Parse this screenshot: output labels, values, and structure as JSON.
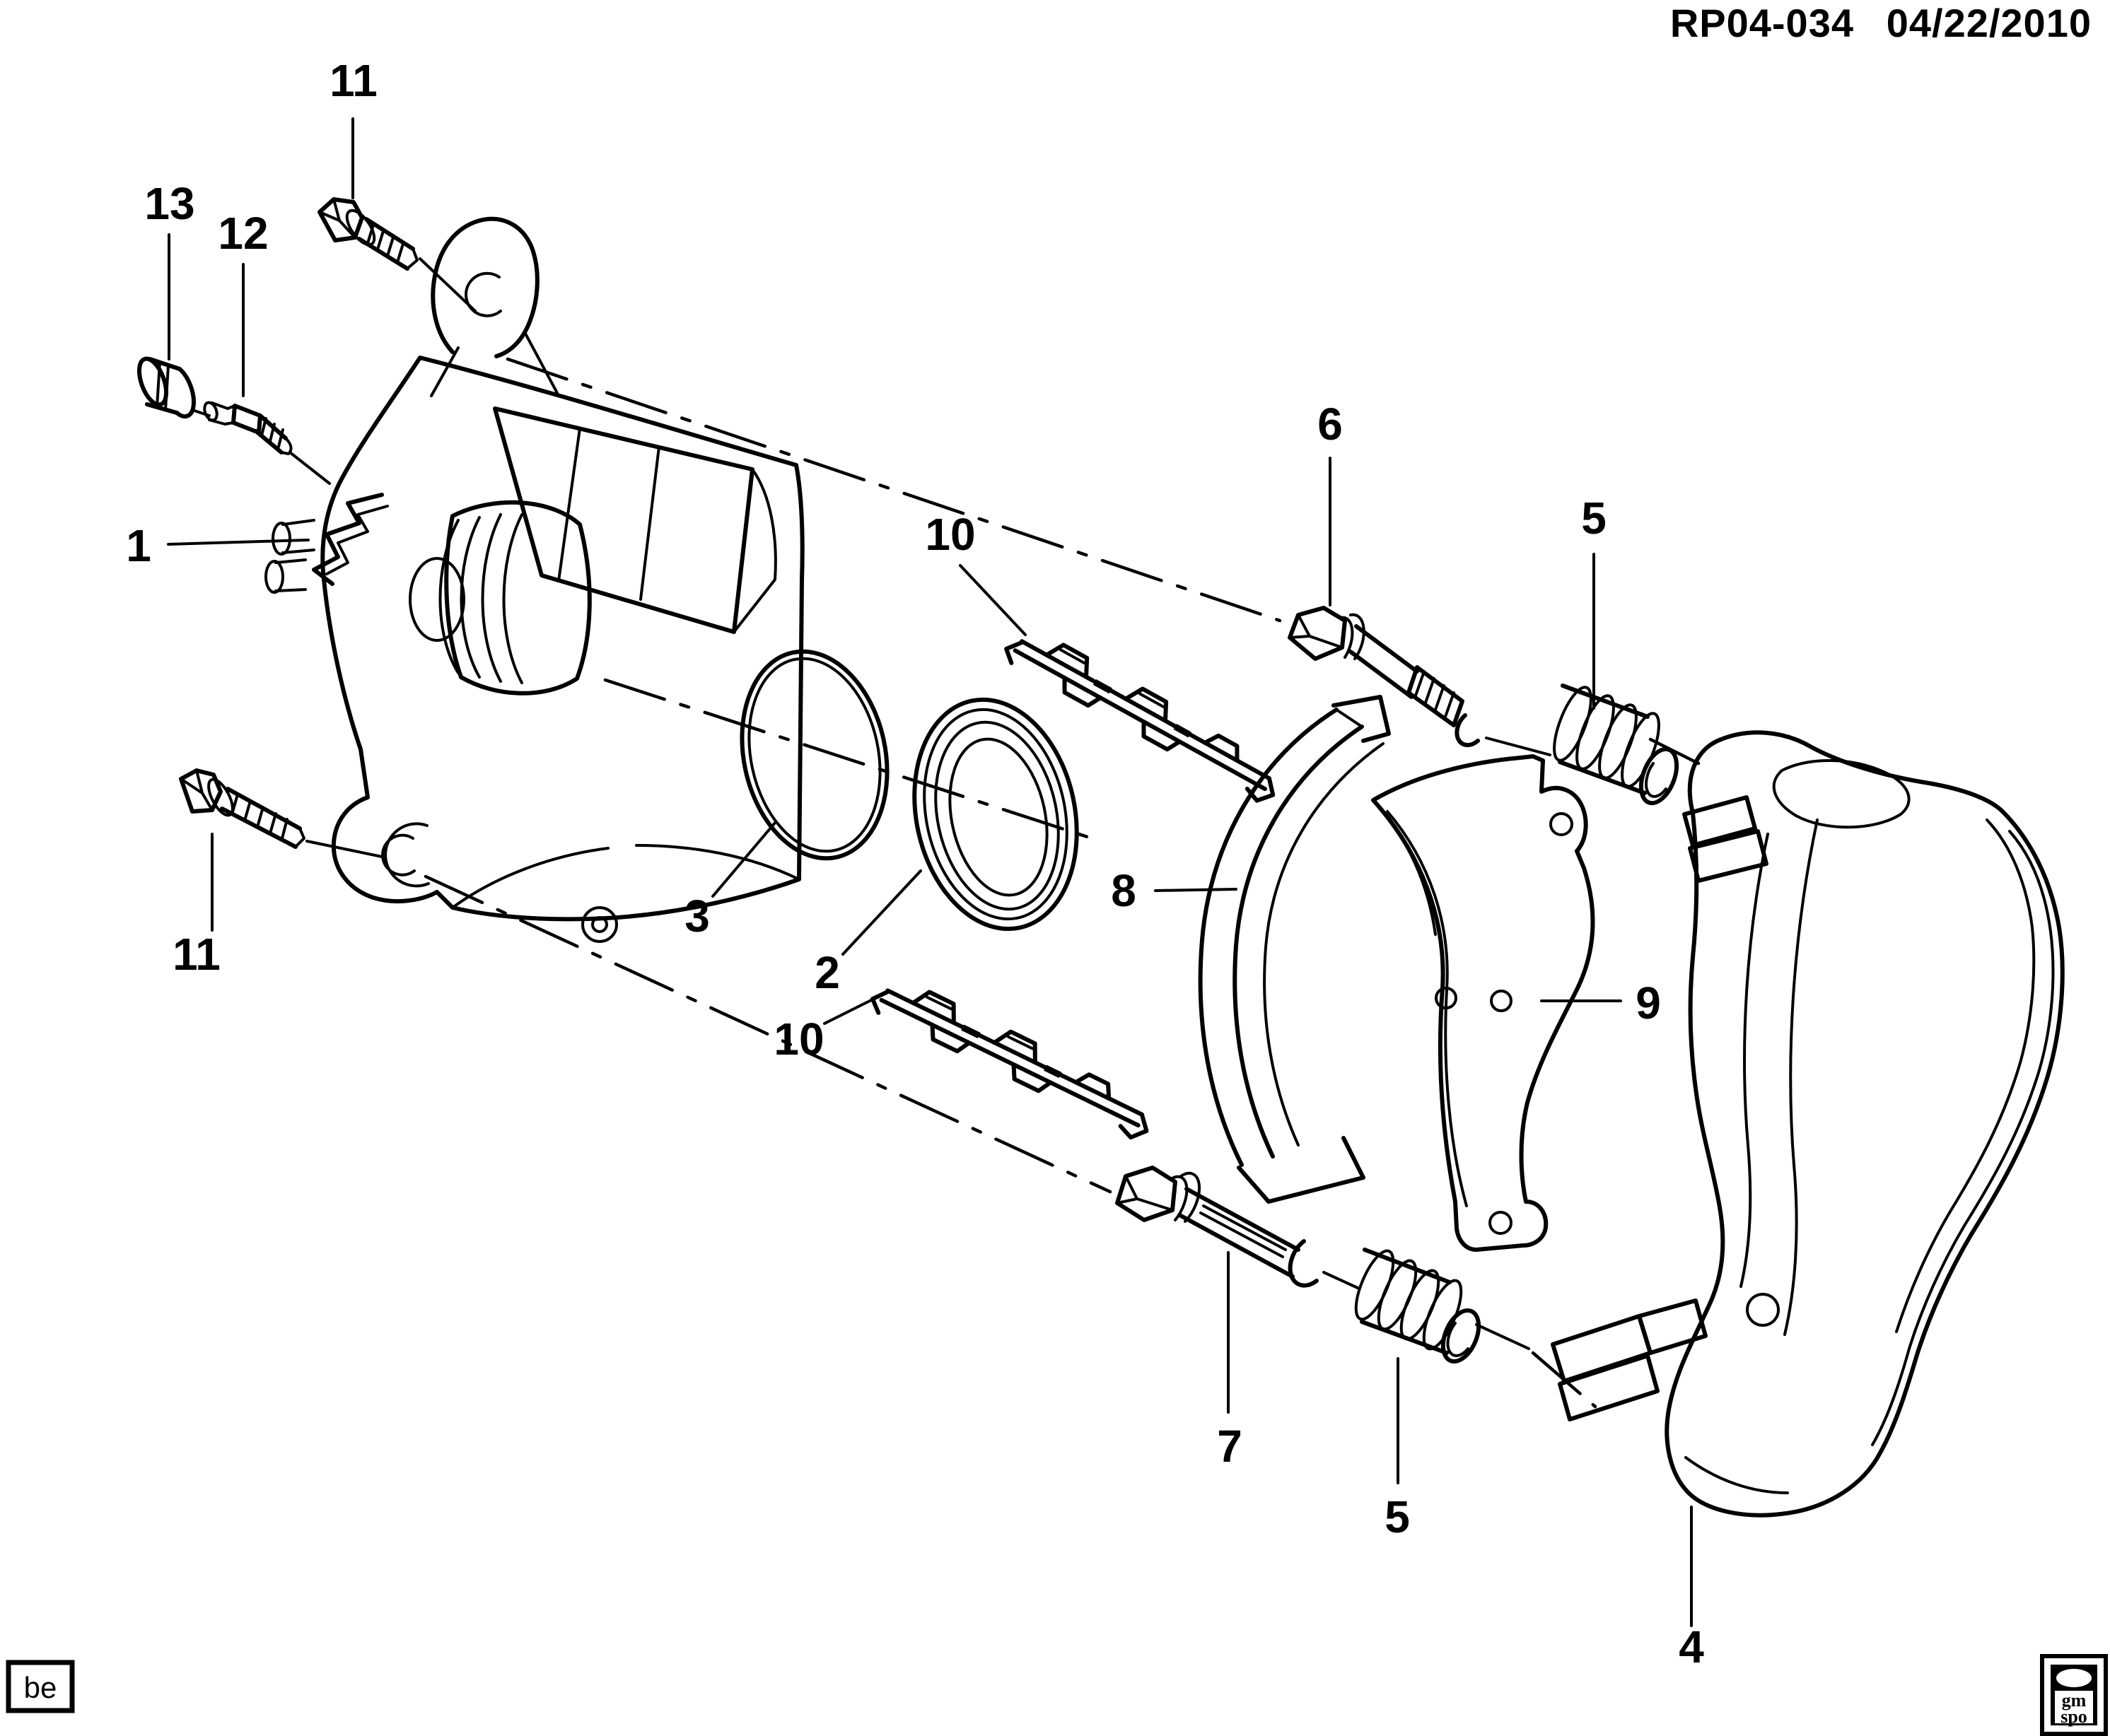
{
  "header": {
    "code": "RP04-034",
    "date": "04/22/2010"
  },
  "footer": {
    "plate_code": "be"
  },
  "logo": {
    "top": "gm",
    "bottom": "spo"
  },
  "colors": {
    "ink": "#000000",
    "paper": "#ffffff"
  },
  "callouts": [
    {
      "id": "11-top",
      "label": "11"
    },
    {
      "id": "13",
      "label": "13"
    },
    {
      "id": "12",
      "label": "12"
    },
    {
      "id": "1",
      "label": "1"
    },
    {
      "id": "10-upper",
      "label": "10"
    },
    {
      "id": "6",
      "label": "6"
    },
    {
      "id": "5-upper",
      "label": "5"
    },
    {
      "id": "3",
      "label": "3"
    },
    {
      "id": "2",
      "label": "2"
    },
    {
      "id": "8",
      "label": "8"
    },
    {
      "id": "10-lower",
      "label": "10"
    },
    {
      "id": "11-left",
      "label": "11"
    },
    {
      "id": "9",
      "label": "9"
    },
    {
      "id": "7",
      "label": "7"
    },
    {
      "id": "5-lower",
      "label": "5"
    },
    {
      "id": "4",
      "label": "4"
    }
  ]
}
